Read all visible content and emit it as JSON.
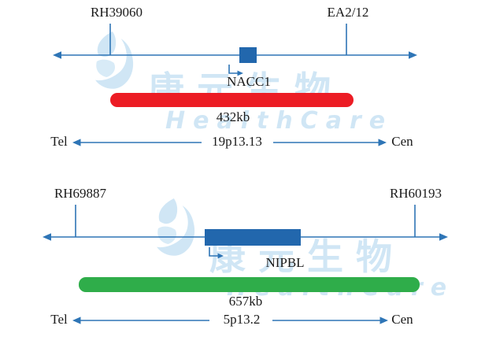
{
  "watermark": {
    "brand_cn": "康元生物",
    "brand_en": "HealthCare"
  },
  "colors": {
    "axis": "#2e75b6",
    "gene_box": "#2267ad",
    "bar_top": "#ec1c24",
    "bar_bottom": "#2fad4a",
    "text": "#1a1a1a",
    "watermark": "#aad3ed"
  },
  "diagrams": [
    {
      "marker_left": "RH39060",
      "marker_right": "EA2/12",
      "gene": "NACC1",
      "region_size": "432kb",
      "band": "19p13.13",
      "tel_label": "Tel",
      "cen_label": "Cen"
    },
    {
      "marker_left": "RH69887",
      "marker_right": "RH60193",
      "gene": "NIPBL",
      "region_size": "657kb",
      "band": "5p13.2",
      "tel_label": "Tel",
      "cen_label": "Cen"
    }
  ]
}
